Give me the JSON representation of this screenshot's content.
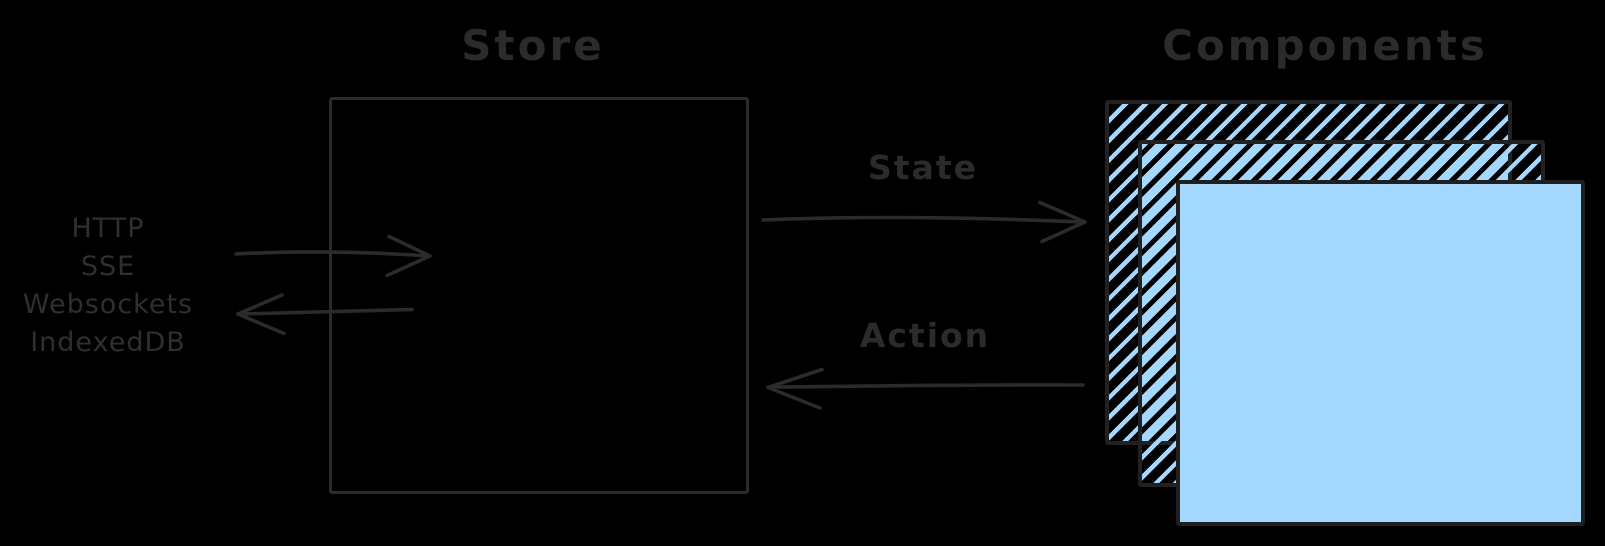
{
  "diagram": {
    "background_color": "#000000",
    "ink_color": "#2b2b2b",
    "accent_blue": "#a5d8ff",
    "store": {
      "title": "Store"
    },
    "components": {
      "title": "Components",
      "stack_count": 3,
      "back_card_style": "blue-hachure",
      "front_card_style": "solid-blue"
    },
    "transports": [
      "HTTP",
      "SSE",
      "Websockets",
      "IndexedDB"
    ],
    "arrows": {
      "state_label": "State",
      "action_label": "Action",
      "state_direction": "store-to-components",
      "action_direction": "components-to-store",
      "transport_in_direction": "left-to-store",
      "transport_out_direction": "store-to-left"
    }
  }
}
